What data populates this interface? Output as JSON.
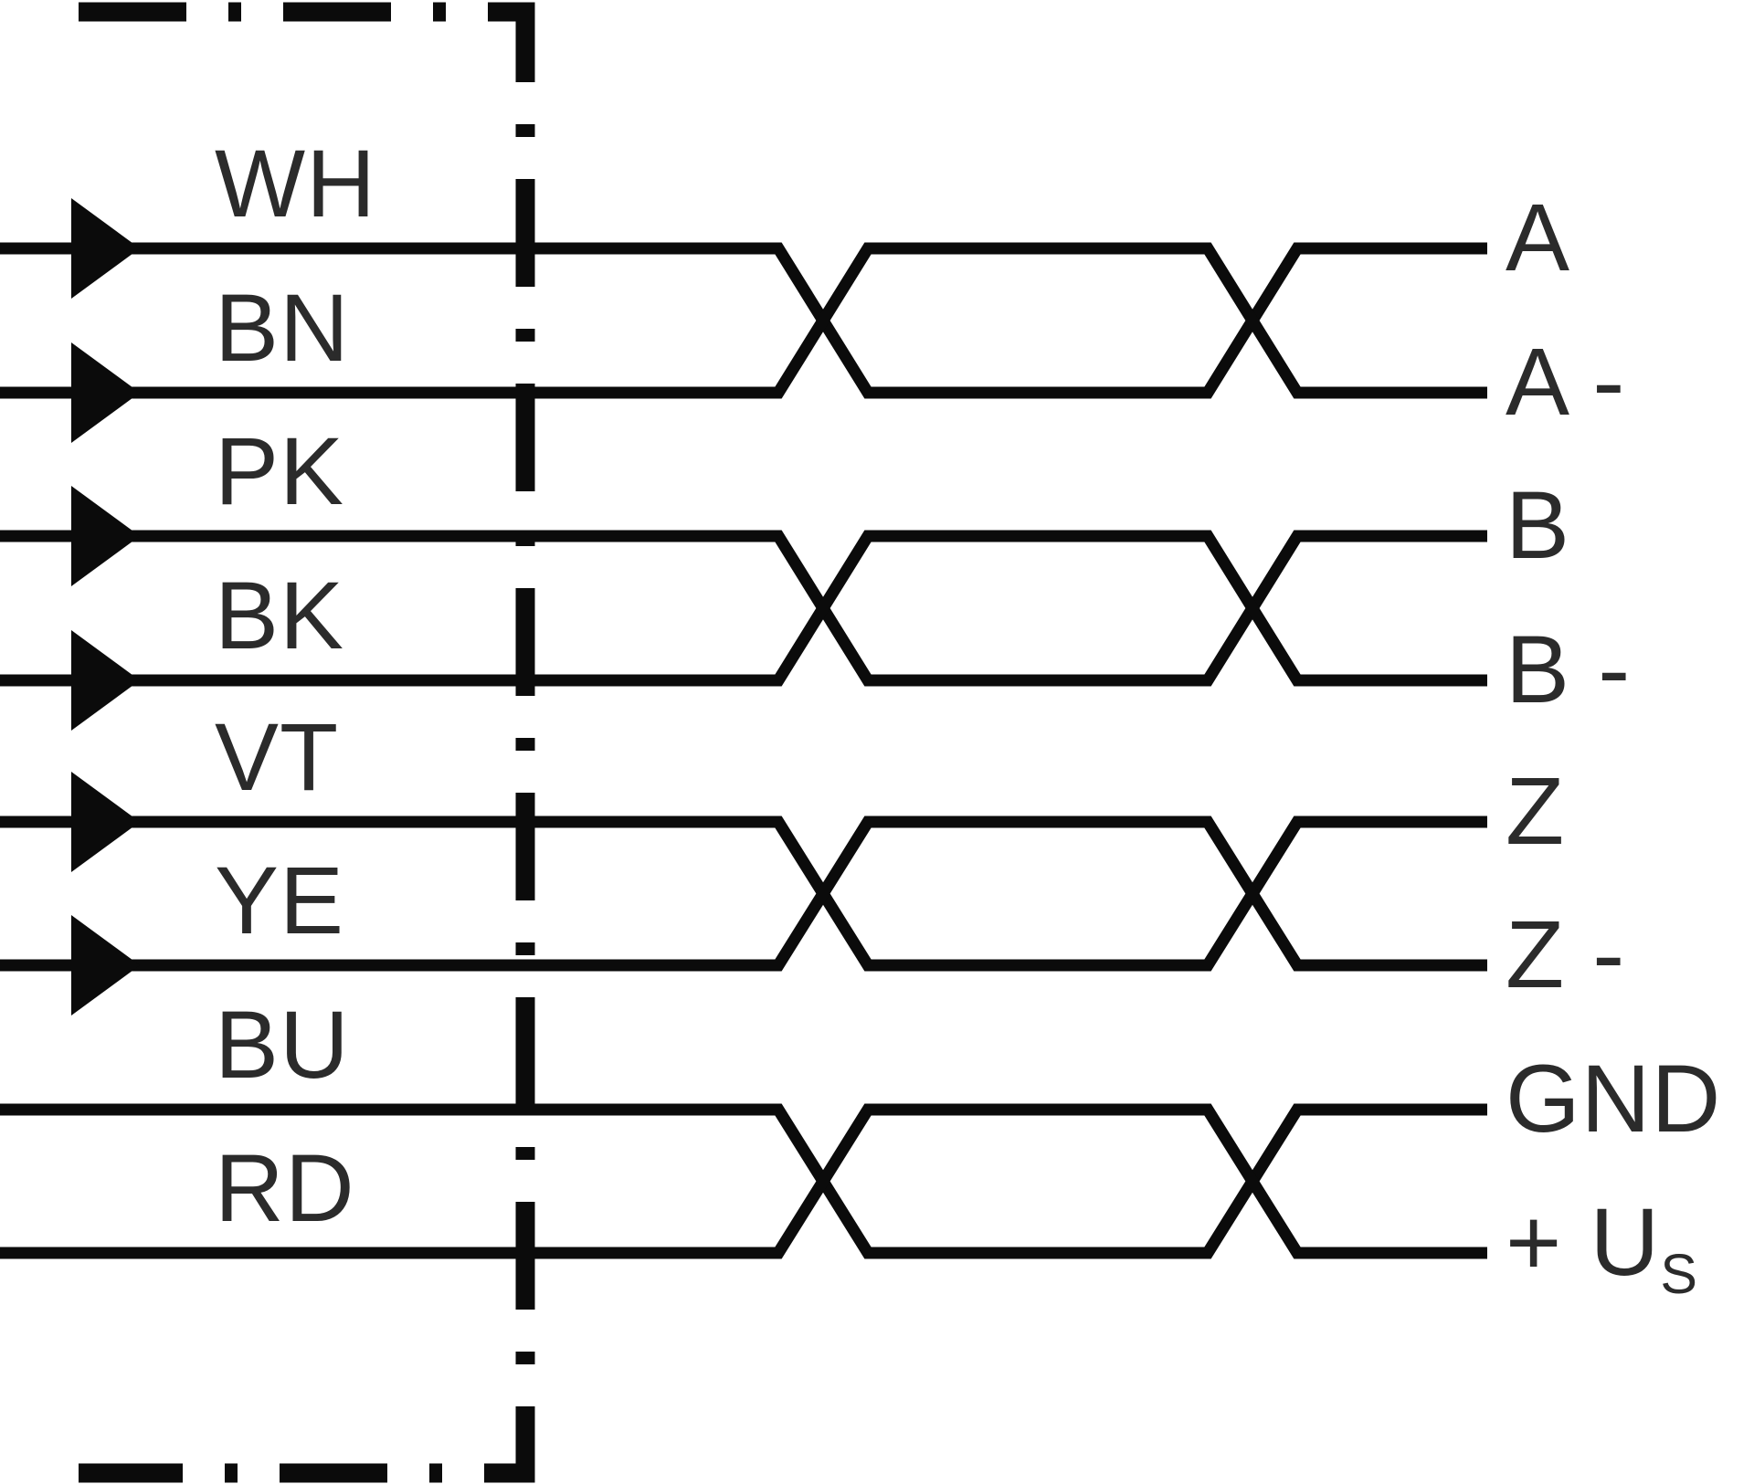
{
  "diagram": {
    "kind": "twisted-pair wiring connection diagram",
    "colors": {
      "background": "#ffffff",
      "line": "#0b0b0b",
      "text": "#2b2b2b"
    },
    "enclosure_boundary_style": "dash-dot",
    "wires": [
      {
        "code": "WH",
        "signal": "A",
        "signal_sub": "",
        "arrow": true
      },
      {
        "code": "BN",
        "signal": "A -",
        "signal_sub": "",
        "arrow": true
      },
      {
        "code": "PK",
        "signal": "B",
        "signal_sub": "",
        "arrow": true
      },
      {
        "code": "BK",
        "signal": "B -",
        "signal_sub": "",
        "arrow": true
      },
      {
        "code": "VT",
        "signal": "Z",
        "signal_sub": "",
        "arrow": true
      },
      {
        "code": "YE",
        "signal": "Z -",
        "signal_sub": "",
        "arrow": true
      },
      {
        "code": "BU",
        "signal": "GND",
        "signal_sub": "",
        "arrow": false
      },
      {
        "code": "RD",
        "signal": "+ U",
        "signal_sub": "S",
        "arrow": false
      }
    ],
    "twisted_pairs": [
      [
        "WH",
        "BN"
      ],
      [
        "PK",
        "BK"
      ],
      [
        "VT",
        "YE"
      ],
      [
        "BU",
        "RD"
      ]
    ]
  }
}
